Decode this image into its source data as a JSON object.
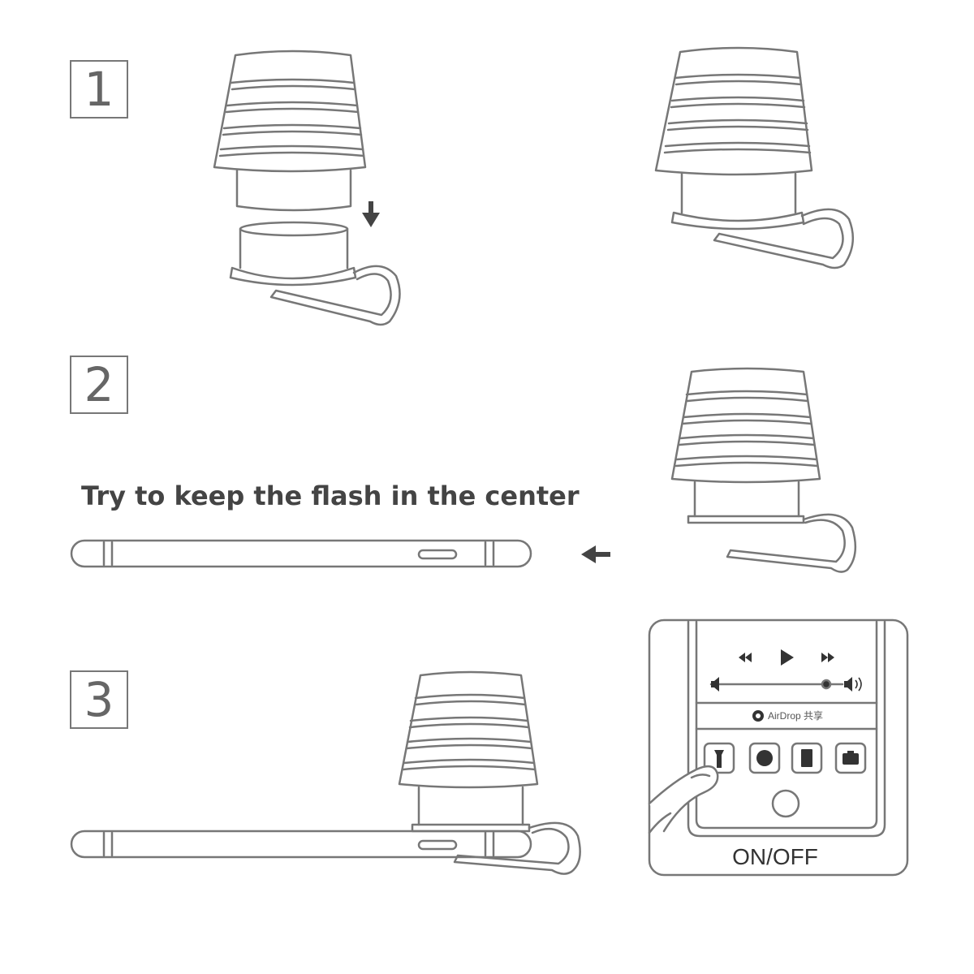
{
  "steps": [
    {
      "number": "1"
    },
    {
      "number": "2"
    },
    {
      "number": "3"
    }
  ],
  "caption": "Try to keep the flash in the center",
  "phone_ui": {
    "airdrop_label": "AirDrop 共享",
    "switch_label": "ON/OFF"
  },
  "icons": [
    "arrow-down-icon",
    "arrow-left-icon",
    "rewind-icon",
    "play-icon",
    "fast-forward-icon",
    "volume-low-icon",
    "volume-high-icon",
    "flashlight-icon",
    "record-icon",
    "calculator-icon",
    "camera-icon",
    "home-button-icon",
    "airdrop-icon"
  ],
  "colors": {
    "stroke": "#777777",
    "text": "#444444"
  }
}
